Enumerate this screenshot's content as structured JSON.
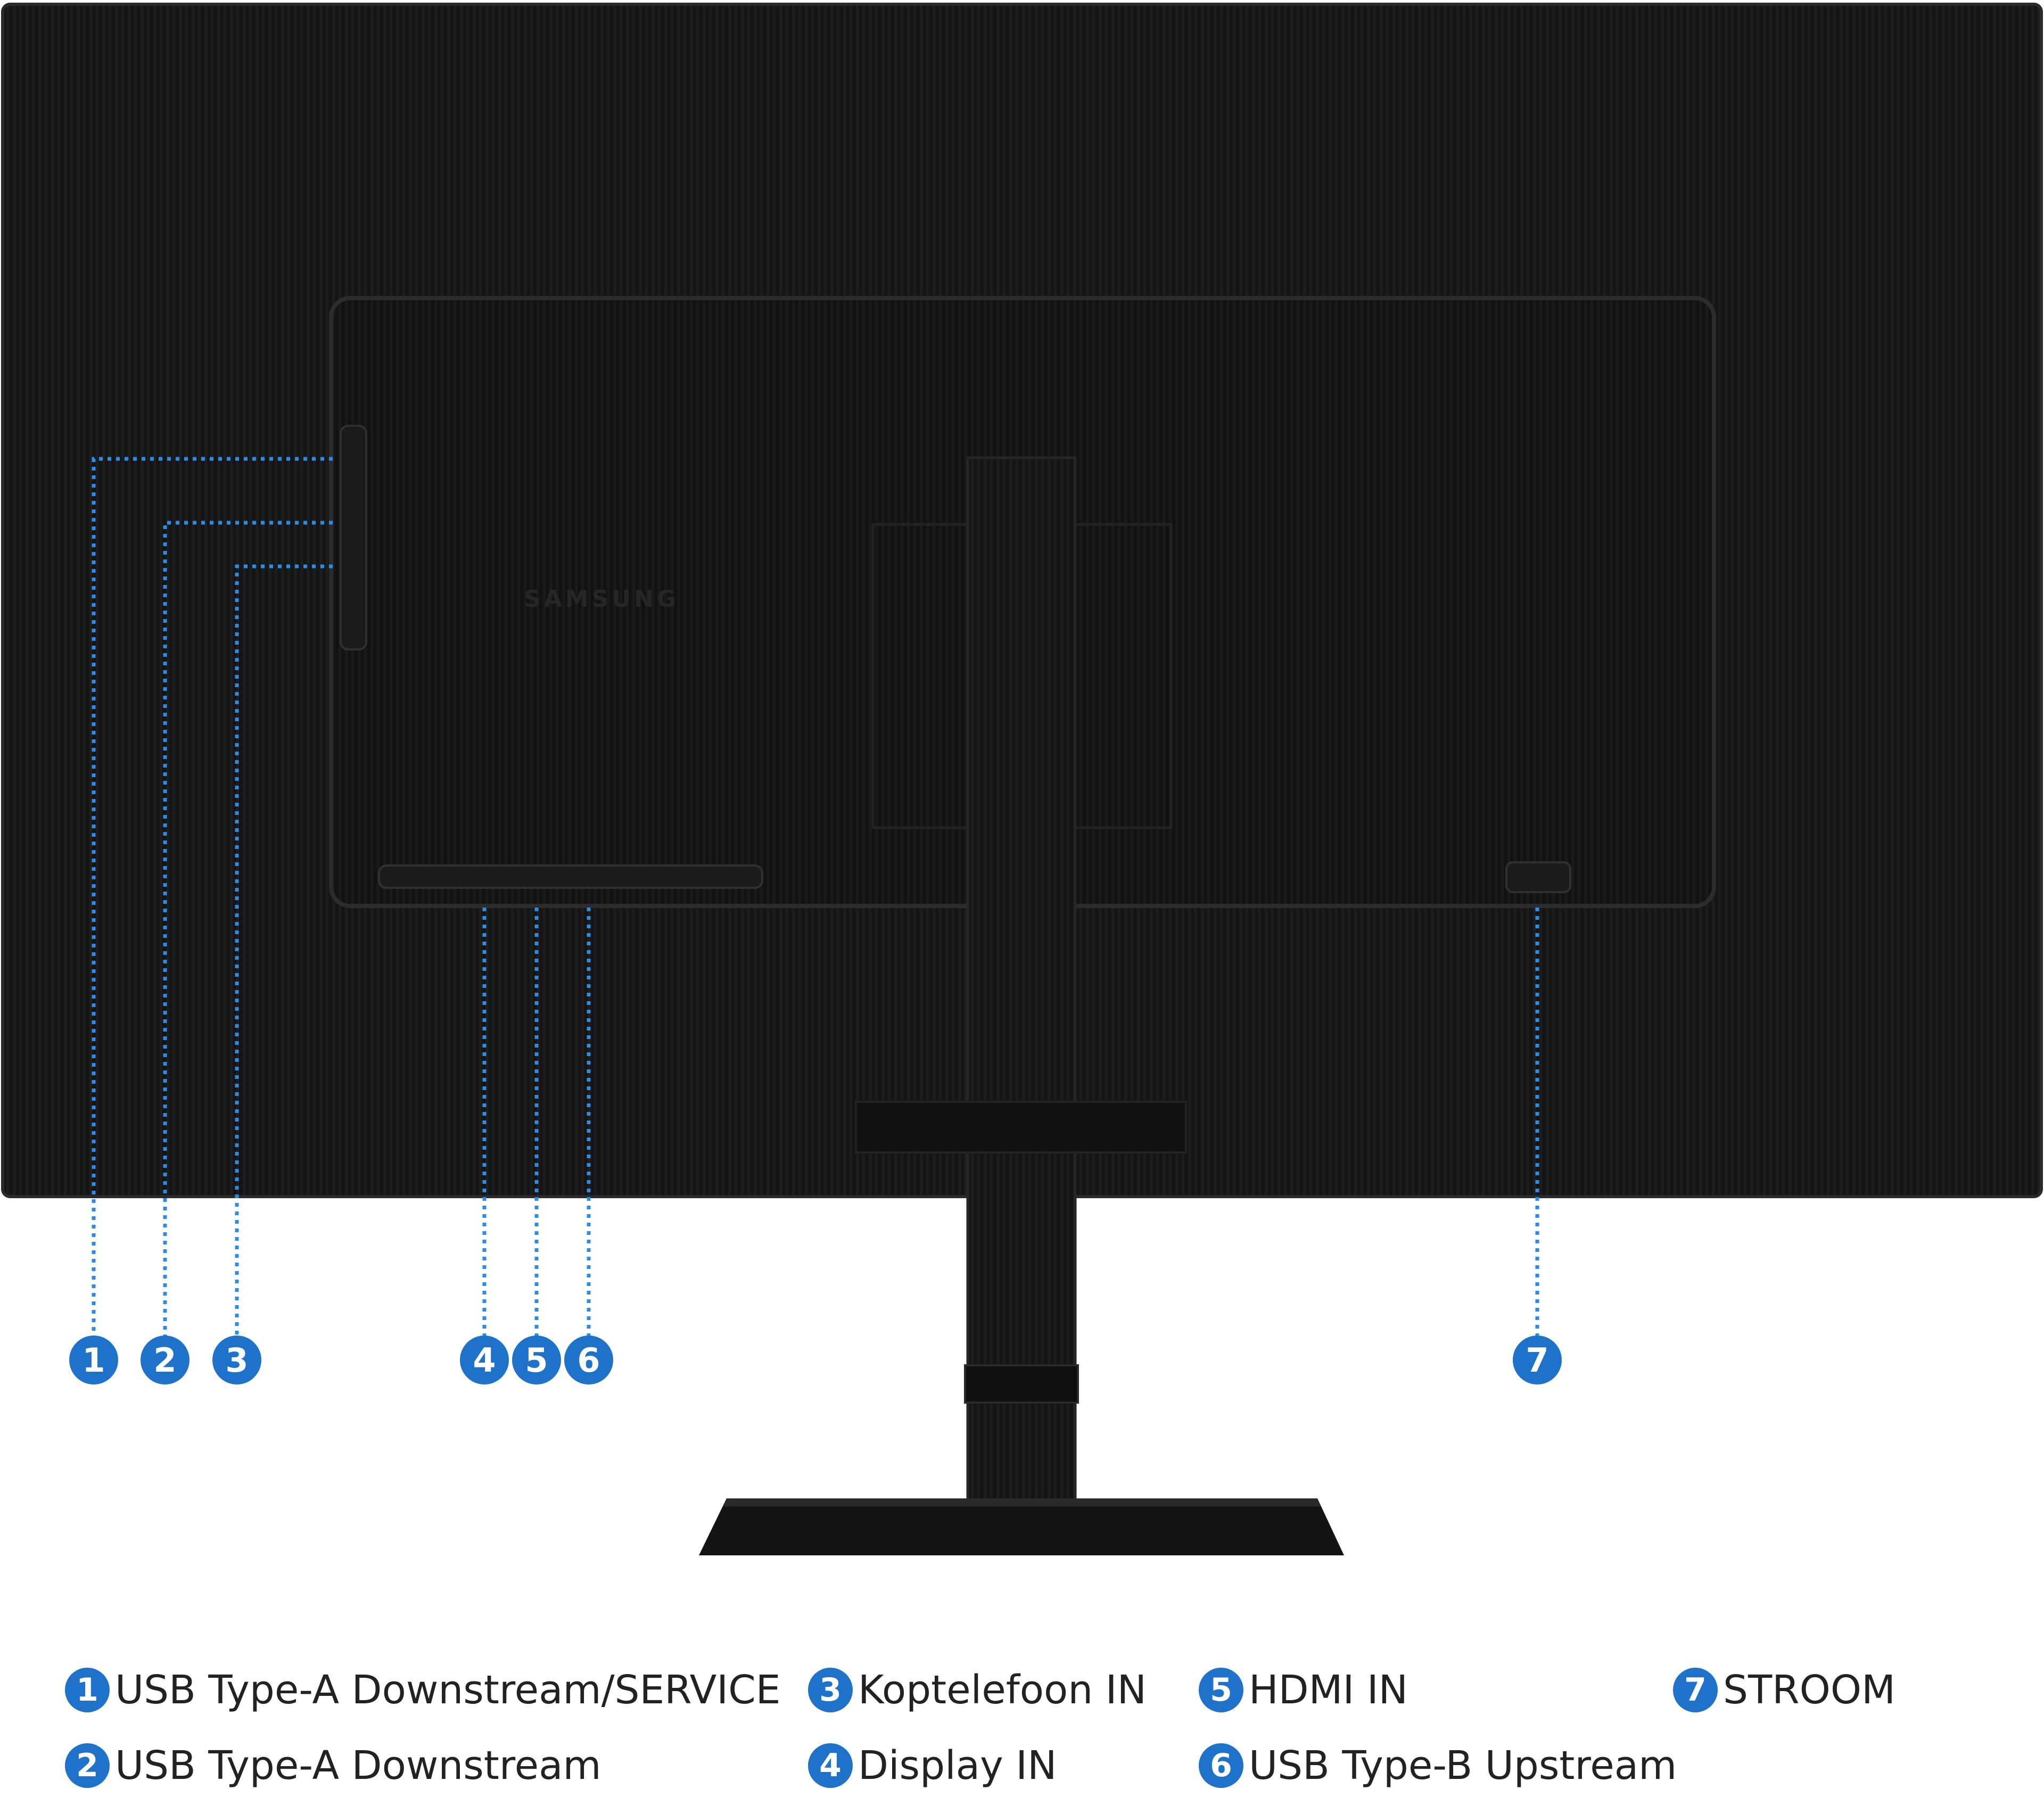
{
  "brand_logo": "SAMSUNG",
  "colors": {
    "accent": "#1f72c9",
    "body": "#141414",
    "background": "#ffffff"
  },
  "callouts": [
    "1",
    "2",
    "3",
    "4",
    "5",
    "6",
    "7"
  ],
  "legend": [
    {
      "num": "1",
      "label": "USB Type-A Downstream/SERVICE"
    },
    {
      "num": "2",
      "label": "USB Type-A Downstream"
    },
    {
      "num": "3",
      "label": "Koptelefoon IN"
    },
    {
      "num": "4",
      "label": "Display IN"
    },
    {
      "num": "5",
      "label": "HDMI IN"
    },
    {
      "num": "6",
      "label": "USB Type-B Upstream"
    },
    {
      "num": "7",
      "label": "STROOM"
    }
  ]
}
